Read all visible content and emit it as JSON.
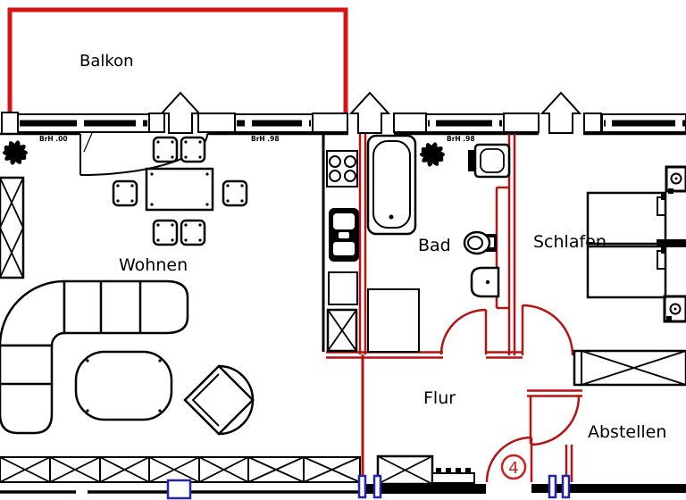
{
  "plan": {
    "rooms": {
      "balkon": {
        "label": "Balkon"
      },
      "wohnen": {
        "label": "Wohnen"
      },
      "bad": {
        "label": "Bad"
      },
      "schlafen": {
        "label": "Schlafen"
      },
      "flur": {
        "label": "Flur"
      },
      "abstellen": {
        "label": "Abstellen"
      }
    },
    "annotations": {
      "unit_number": "4",
      "parapet_heights": [
        {
          "label": "BrH .00"
        },
        {
          "label": "BrH .98"
        },
        {
          "label": "BrH .98"
        }
      ]
    },
    "colors": {
      "balcony_red": "#d61414",
      "wall_red": "#b41414",
      "door_blue": "#2525a8",
      "line_black": "#000000",
      "background": "#ffffff"
    }
  }
}
